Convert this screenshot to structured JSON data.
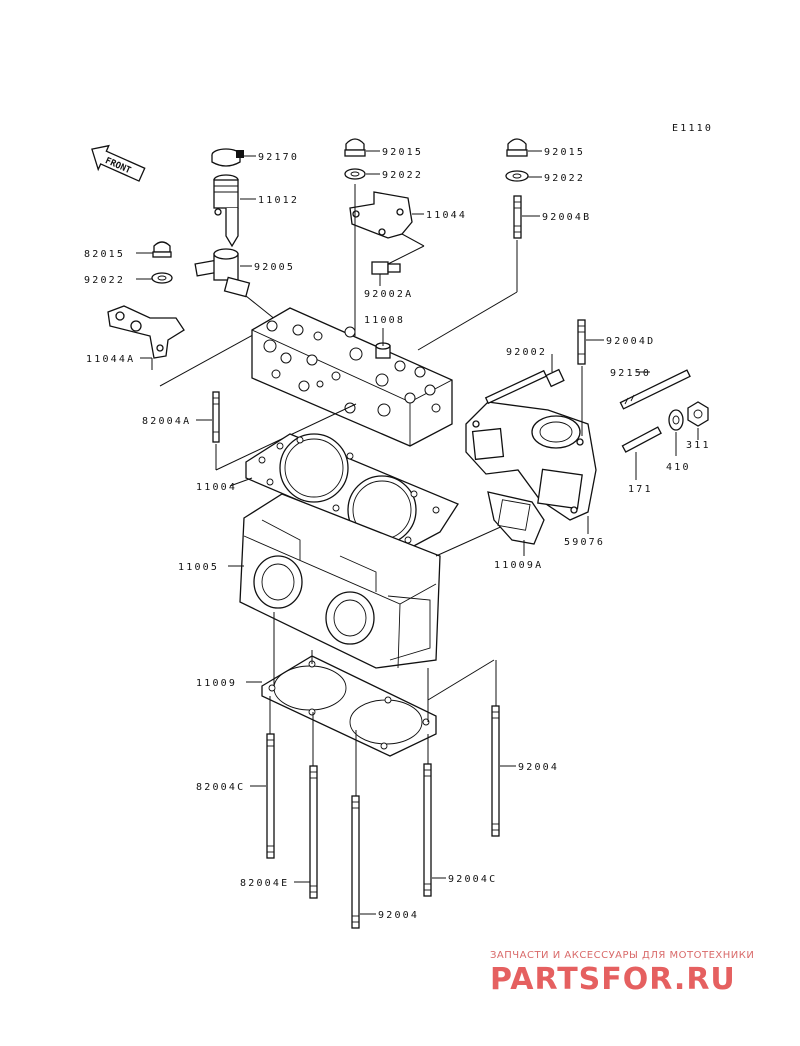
{
  "diagram": {
    "code": "E1110",
    "front_label": "FRONT",
    "parts": {
      "p92170": "92170",
      "p11012": "11012",
      "p92015a": "92015",
      "p92022a": "92022",
      "p11044": "11044",
      "p92002A": "92002A",
      "p92015b": "92015",
      "p92022b": "92022",
      "p92004B": "92004B",
      "p82015": "82015",
      "p92022c": "92022",
      "p92005": "92005",
      "p11044A": "11044A",
      "p11008": "11008",
      "p92002": "92002",
      "p92004D": "92004D",
      "p92150": "92150",
      "p82004A": "82004A",
      "p410": "410",
      "p311": "311",
      "p171": "171",
      "p11004": "11004",
      "p59076": "59076",
      "p11009A": "11009A",
      "p11005": "11005",
      "p11009": "11009",
      "p92004a": "92004",
      "p82004C": "82004C",
      "p82004E": "82004E",
      "p92004C": "92004C",
      "p92004b": "92004"
    }
  },
  "watermark": {
    "tagline": "ЗАПЧАСТИ И АКСЕССУАРЫ ДЛЯ МОТОТЕХНИКИ",
    "logo": "PARTSFOR.RU"
  }
}
